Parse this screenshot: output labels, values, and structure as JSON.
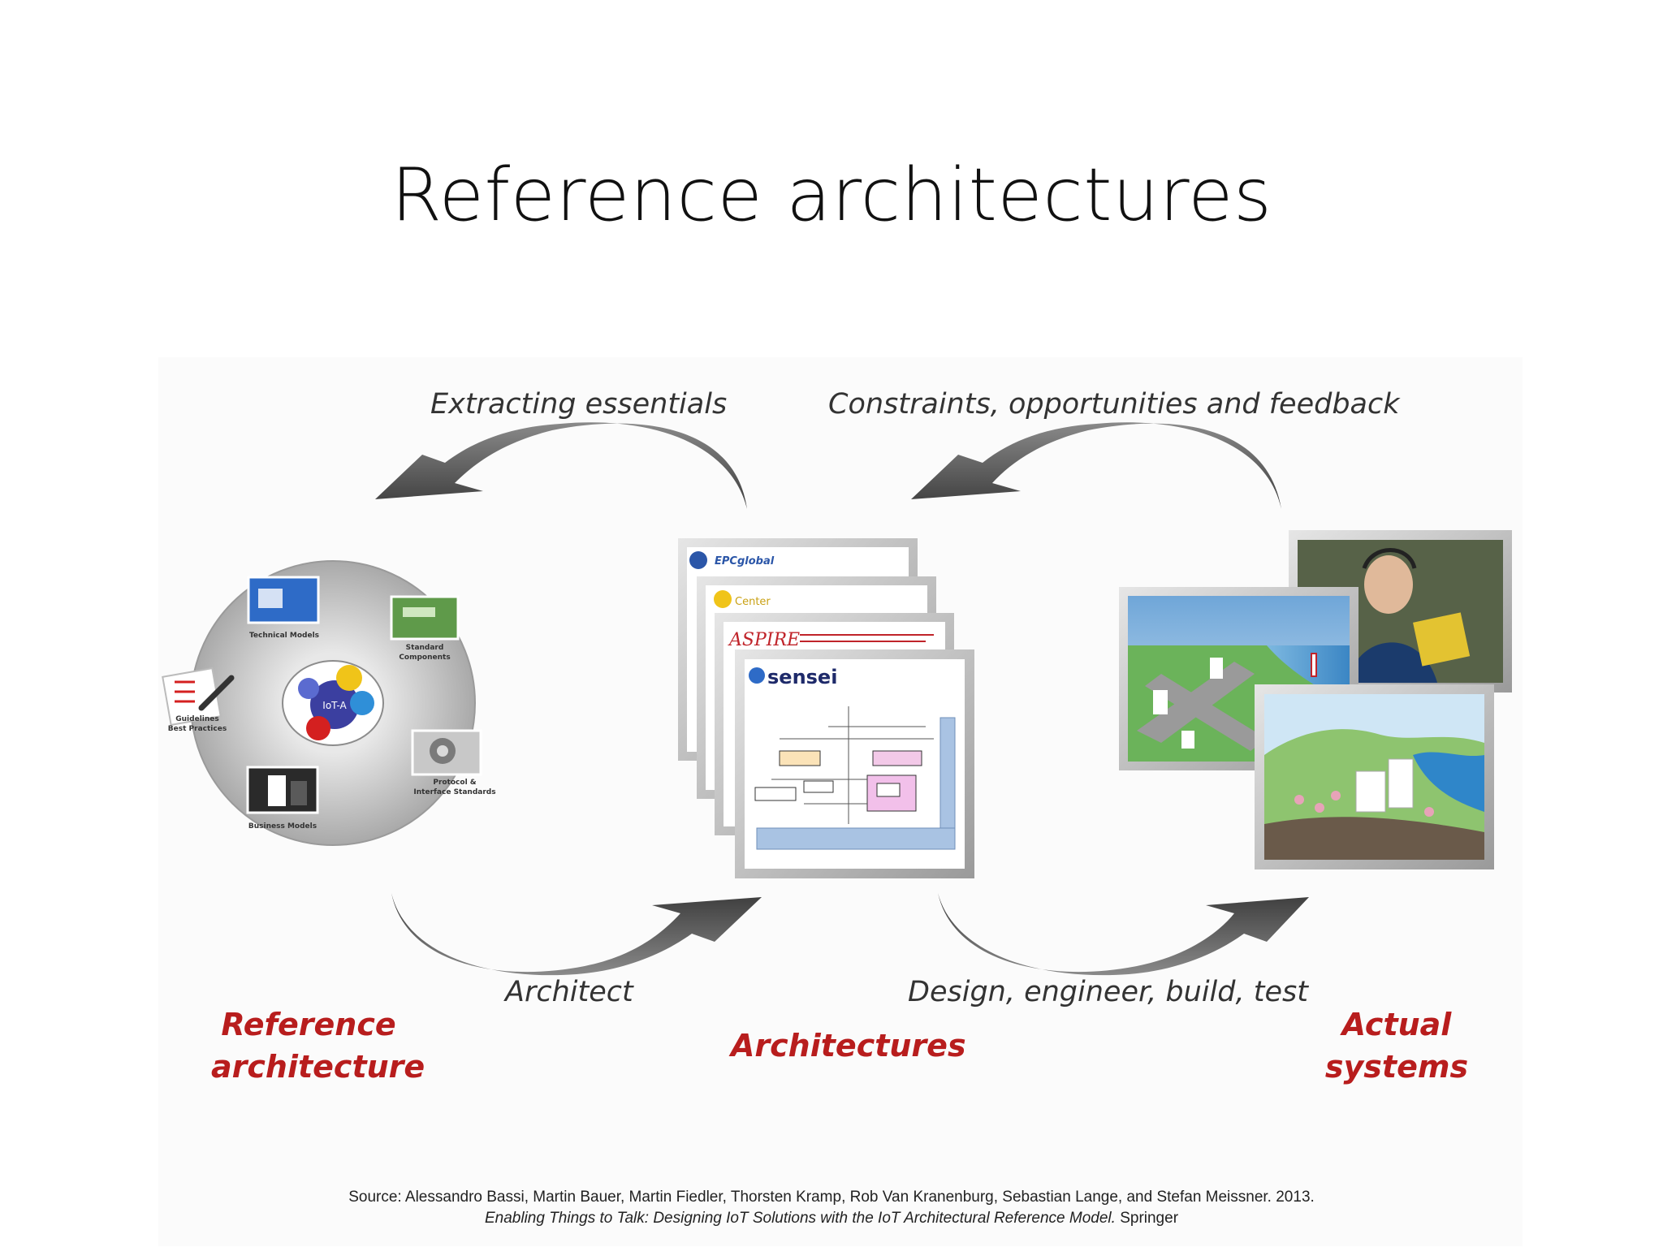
{
  "slide": {
    "title": "Reference architectures"
  },
  "diagram": {
    "arrow_labels": {
      "extracting": "Extracting essentials",
      "constraints": "Constraints, opportunities and feedback",
      "architect": "Architect",
      "design": "Design, engineer, build, test"
    },
    "stage_labels": {
      "reference_line1": "Reference",
      "reference_line2": "architecture",
      "architectures": "Architectures",
      "actual_line1": "Actual",
      "actual_line2": "systems"
    },
    "wheel_items": {
      "technical": "Technical Models",
      "standard_line1": "Standard",
      "standard_line2": "Components",
      "guidelines_line1": "Guidelines",
      "guidelines_line2": "Best Practices",
      "protocol_line1": "Protocol &",
      "protocol_line2": "Interface Standards",
      "business": "Business Models",
      "hub": "IoT-A"
    },
    "frames": {
      "frame1": "EPCglobal",
      "frame2": "Center",
      "frame3": "ASPIRE",
      "frame4": "sensei"
    },
    "colors": {
      "accent_red": "#b81d1d",
      "arrow_dark": "#555555"
    }
  },
  "source": {
    "prefix": "Source: Alessandro Bassi, Martin Bauer, Martin Fiedler, Thorsten Kramp, Rob Van Kranenburg, Sebastian Lange, and Stefan Meissner. 2013.",
    "book_title": "Enabling Things to Talk: Designing IoT Solutions with the IoT Architectural Reference Model.",
    "publisher": "Springer"
  }
}
